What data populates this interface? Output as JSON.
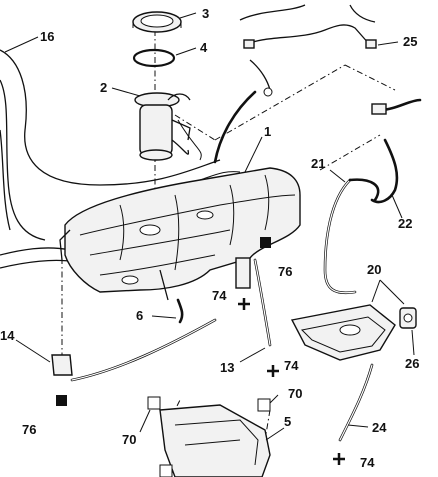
{
  "diagram": {
    "callouts": {
      "c1": "1",
      "c2": "2",
      "c3": "3",
      "c4": "4",
      "c5": "5",
      "c6": "6",
      "c13": "13",
      "c14": "14",
      "c16": "16",
      "c20": "20",
      "c21": "21",
      "c22": "22",
      "c24": "24",
      "c25": "25",
      "c26": "26",
      "c70a": "70",
      "c70b": "70",
      "c74a": "74",
      "c74b": "74",
      "c74c": "74",
      "c76a": "76",
      "c76b": "76"
    },
    "colors": {
      "line": "#111111",
      "fill": "#f2f2f2",
      "background": "#ffffff"
    }
  }
}
